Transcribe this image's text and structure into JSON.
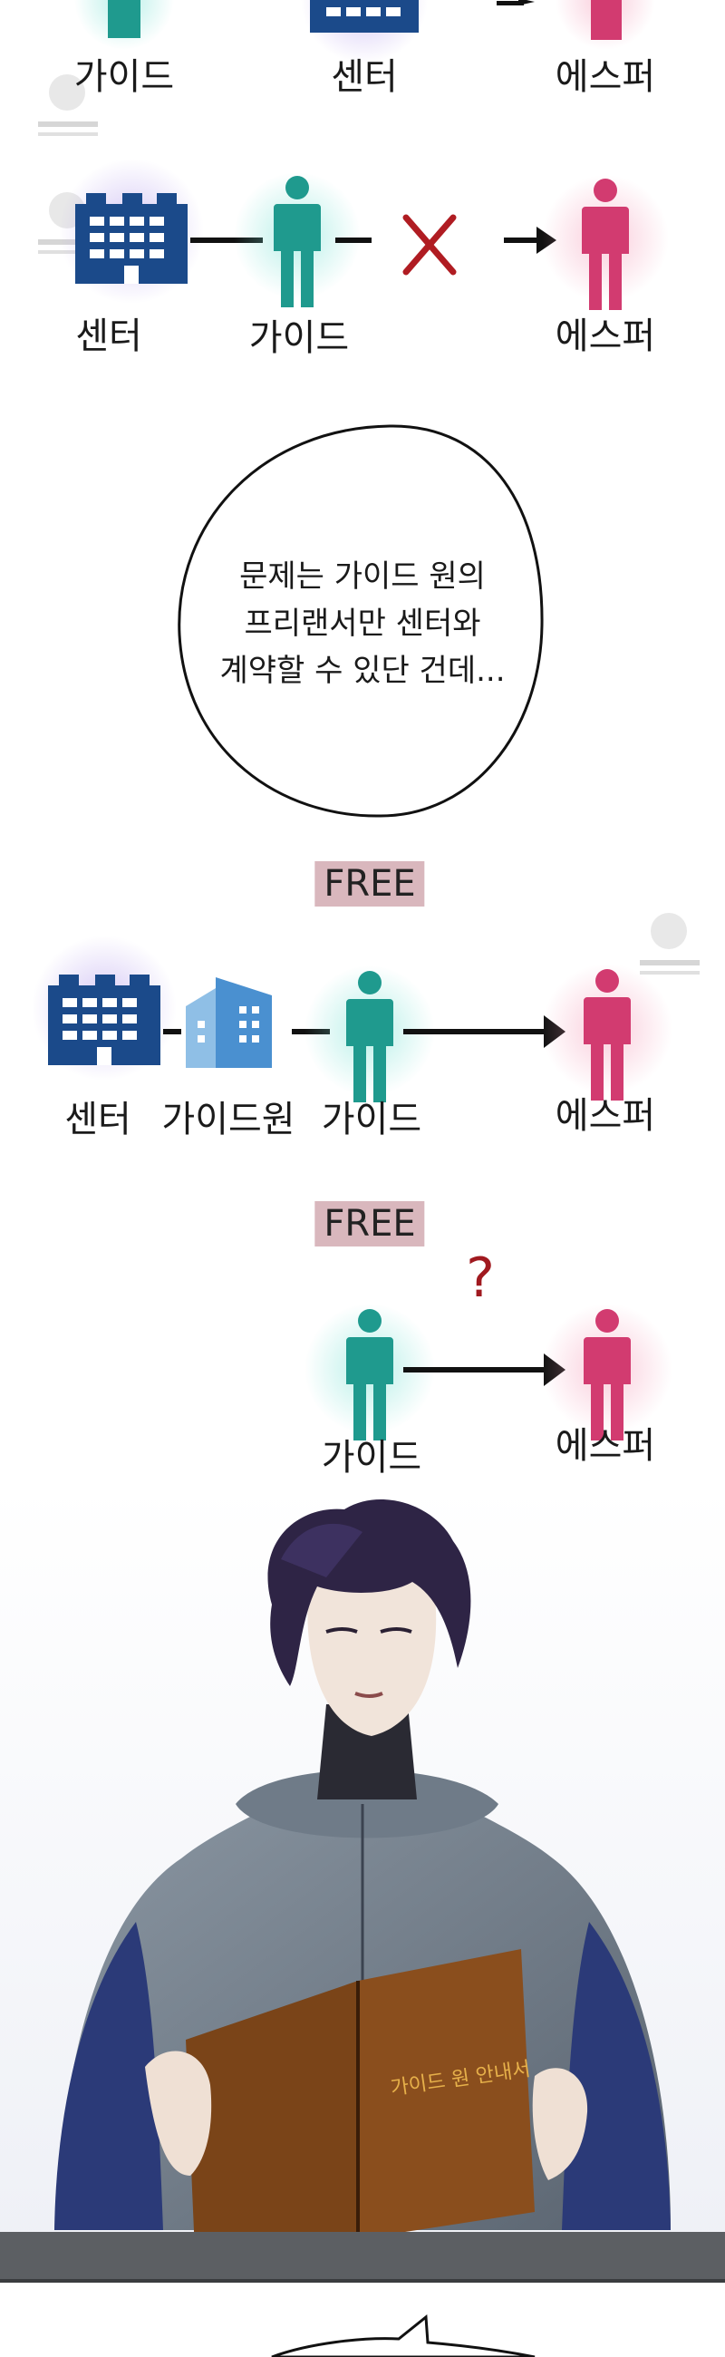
{
  "diagram1": {
    "labels": [
      "가이드",
      "센터",
      "에스퍼"
    ]
  },
  "diagram2": {
    "labels": [
      "센터",
      "가이드",
      "에스퍼"
    ]
  },
  "bubble1": {
    "lines": [
      "문제는 가이드 원의",
      "프리랜서만 센터와",
      "계약할 수 있단 건데..."
    ]
  },
  "diagram3": {
    "tag": "FREE",
    "labels": [
      "센터",
      "가이드원",
      "가이드",
      "에스퍼"
    ]
  },
  "diagram4": {
    "tag": "FREE",
    "question": "?",
    "labels": [
      "가이드",
      "에스퍼"
    ]
  },
  "illustration": {
    "book_title": "가이드 원 안내서"
  },
  "colors": {
    "guide": "#1f9a8e",
    "esper": "#d23b70",
    "center": "#1b4a8a",
    "office": "#4a90d0",
    "cross": "#b01c22",
    "tag_bg": "#d9b7bd"
  }
}
